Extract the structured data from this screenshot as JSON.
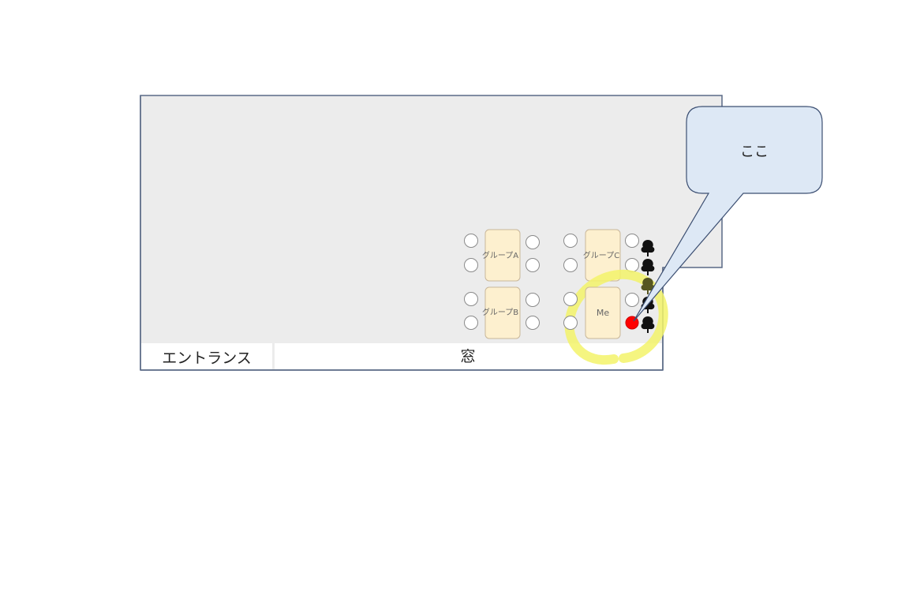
{
  "floor": {
    "entrance_label": "エントランス",
    "window_label": "窓"
  },
  "tables": [
    {
      "id": "A",
      "label": "グループA"
    },
    {
      "id": "B",
      "label": "グループB"
    },
    {
      "id": "C",
      "label": "グループC"
    },
    {
      "id": "me",
      "label": "Me"
    }
  ],
  "callout": {
    "text": "ここ"
  },
  "colors": {
    "floor_fill": "#ececec",
    "floor_border": "#5a6a86",
    "table_fill": "#fdf0cf",
    "table_border": "#c9b79a",
    "callout_fill": "#dde8f5",
    "callout_border": "#3c4f72",
    "highlight_seat": "#ff0000",
    "highlight_ring": "#f3f36a"
  },
  "icons": {
    "plant": "tree-icon"
  }
}
